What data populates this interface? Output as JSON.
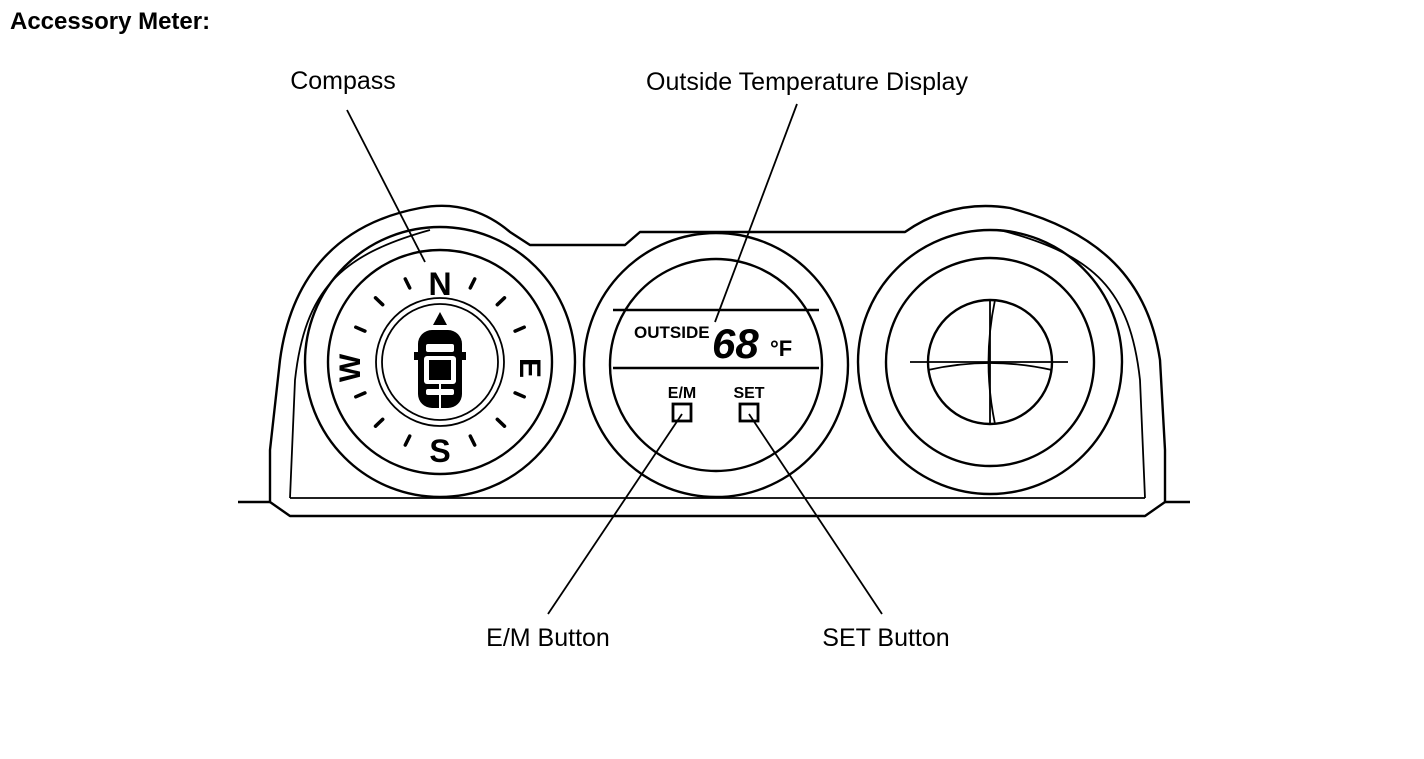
{
  "title": "Accessory Meter:",
  "callouts": {
    "compass": "Compass",
    "outside_temperature_display": "Outside Temperature Display",
    "em_button": "E/M Button",
    "set_button": "SET Button"
  },
  "display": {
    "outside_label": "OUTSIDE",
    "temperature_value": "68",
    "temperature_unit": "°F",
    "em_label": "E/M",
    "set_label": "SET"
  },
  "compass_letters": {
    "n": "N",
    "s": "S",
    "e": "E",
    "w": "W"
  }
}
